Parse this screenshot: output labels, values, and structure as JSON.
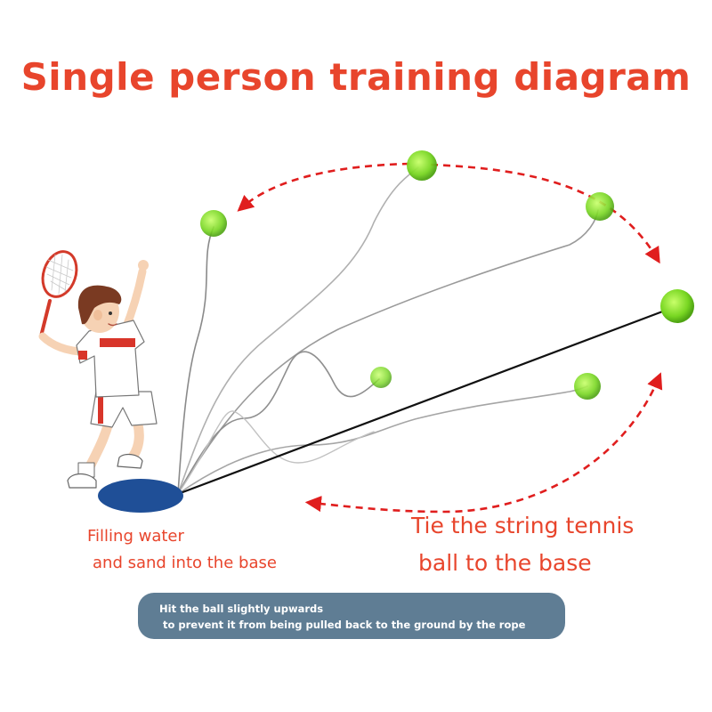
{
  "title": "Single person training diagram",
  "captions": {
    "base_line1": "Filling water",
    "base_line2": "and sand into the base",
    "string_line1": "Tie the string tennis",
    "string_line2": "ball to the base"
  },
  "note": {
    "line1": "Hit the ball slightly upwards",
    "line2": "to prevent it from being pulled back to the ground by the rope"
  },
  "colors": {
    "accent": "#e8452c",
    "arrow": "#e01e1e",
    "ball": "#8fe02a",
    "base": "#1f4f97",
    "note_background": "#5f7d94"
  }
}
